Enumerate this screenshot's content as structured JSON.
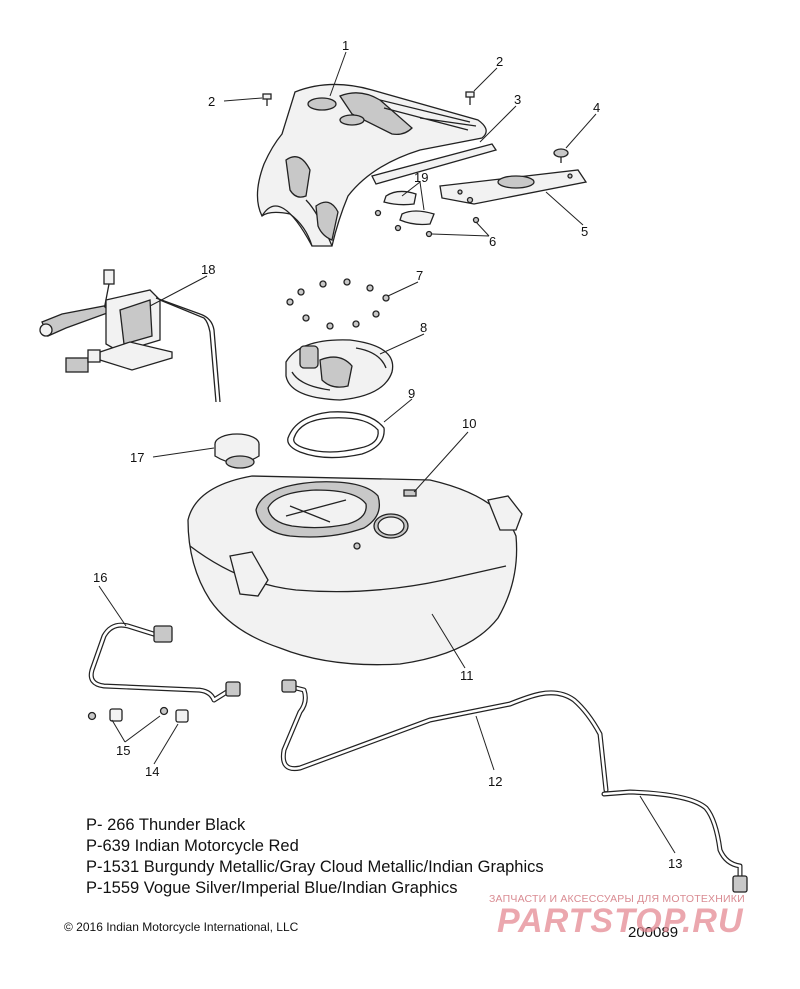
{
  "callouts": [
    {
      "id": "1",
      "label": "1"
    },
    {
      "id": "2a",
      "label": "2"
    },
    {
      "id": "2b",
      "label": "2"
    },
    {
      "id": "3",
      "label": "3"
    },
    {
      "id": "4",
      "label": "4"
    },
    {
      "id": "5",
      "label": "5"
    },
    {
      "id": "19",
      "label": "19"
    },
    {
      "id": "6",
      "label": "6"
    },
    {
      "id": "18",
      "label": "18"
    },
    {
      "id": "7",
      "label": "7"
    },
    {
      "id": "8",
      "label": "8"
    },
    {
      "id": "9",
      "label": "9"
    },
    {
      "id": "10",
      "label": "10"
    },
    {
      "id": "17",
      "label": "17"
    },
    {
      "id": "16",
      "label": "16"
    },
    {
      "id": "11",
      "label": "11"
    },
    {
      "id": "15",
      "label": "15"
    },
    {
      "id": "14",
      "label": "14"
    },
    {
      "id": "12",
      "label": "12"
    },
    {
      "id": "13",
      "label": "13"
    }
  ],
  "legend": [
    "P- 266 Thunder Black",
    "P-639  Indian Motorcycle Red",
    "P-1531 Burgundy Metallic/Gray Cloud Metallic/Indian Graphics",
    "P-1559 Vogue Silver/Imperial Blue/Indian Graphics"
  ],
  "copyright": "© 2016 Indian Motorcycle International, LLC",
  "drawing_number": "200089",
  "watermark": {
    "caption": "ЗАПЧАСТИ И АКСЕССУАРЫ ДЛЯ МОТОТЕХНИКИ",
    "logo": "PARTSTOP.RU"
  }
}
